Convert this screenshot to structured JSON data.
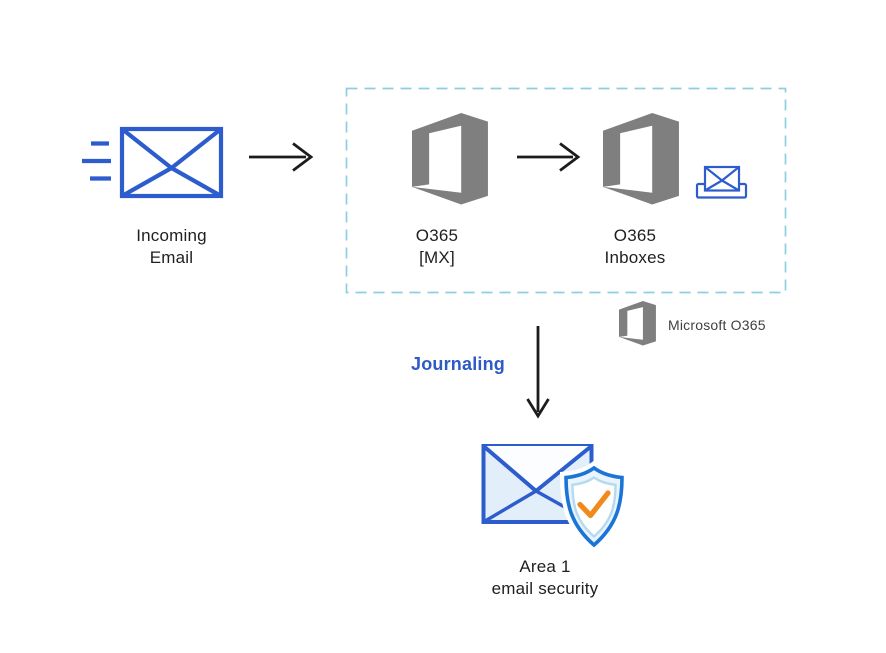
{
  "diagram": {
    "nodes": {
      "incoming_email": {
        "line1": "Incoming",
        "line2": "Email"
      },
      "o365_mx": {
        "line1": "O365",
        "line2": "[MX]"
      },
      "o365_inboxes": {
        "line1": "O365",
        "line2": "Inboxes"
      },
      "area1_security": {
        "line1": "Area 1",
        "line2": "email security"
      }
    },
    "flows": {
      "journaling_label": "Journaling"
    },
    "legend": {
      "label": "Microsoft O365"
    },
    "colors": {
      "email_blue": "#2d5ccd",
      "office_gray": "#7f7f7f",
      "boundary_dash": "#8ccfe0",
      "journaling_blue": "#2d5ac6",
      "shield_blue": "#1b74d8",
      "inner_shield_blue": "#b5daf0",
      "envelope_fill": "#e2effa",
      "shield_fill": "#e9f4fc",
      "check_orange": "#f18a1d",
      "arrow_black": "#1c1c1c"
    }
  }
}
